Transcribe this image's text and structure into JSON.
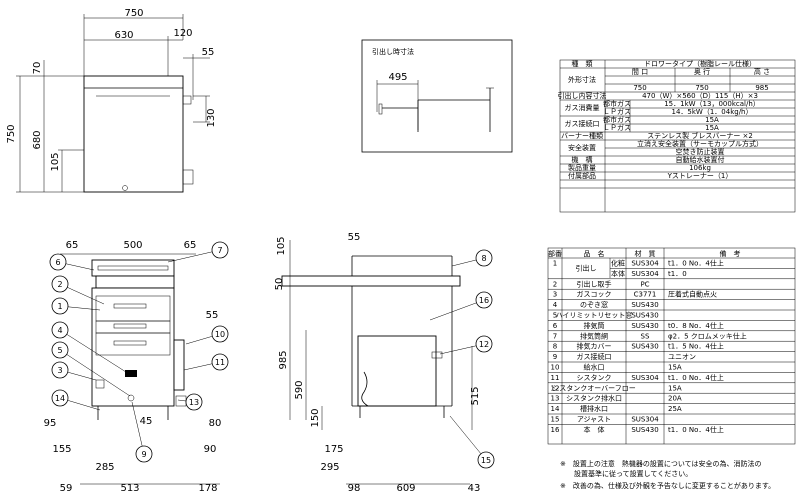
{
  "top_view": {
    "dims": {
      "w750": "750",
      "w630": "630",
      "w120": "120",
      "w55": "55",
      "h70": "70",
      "h750": "750",
      "h680": "680",
      "h130": "130",
      "h105": "105"
    }
  },
  "pullout": {
    "title": "引出し時寸法",
    "d495": "495"
  },
  "front_view": {
    "dims": {
      "d65a": "65",
      "d500": "500",
      "d65b": "65",
      "d55": "55",
      "d95": "95",
      "d155": "155",
      "d285": "285",
      "d45": "45",
      "d80": "80",
      "d90": "90",
      "d59": "59",
      "d513": "513",
      "d178": "178"
    },
    "callouts": [
      "1",
      "2",
      "3",
      "4",
      "5",
      "6",
      "7",
      "9",
      "10",
      "11",
      "13",
      "14"
    ]
  },
  "side_view": {
    "dims": {
      "d105": "105",
      "d55": "55",
      "d50": "50",
      "d985": "985",
      "d590": "590",
      "d150": "150",
      "d515": "515",
      "d175": "175",
      "d295": "295",
      "d98": "98",
      "d609": "609",
      "d43": "43"
    },
    "callouts": [
      "8",
      "12",
      "15",
      "16"
    ]
  },
  "spec": {
    "rows": [
      {
        "label": "種　類",
        "value": "ドロワータイプ（樹脂レール仕様）"
      },
      {
        "label": "外形寸法",
        "sub": [
          "間 口",
          "奥 行",
          "高 さ"
        ],
        "vals": [
          "750",
          "750",
          "985"
        ]
      },
      {
        "label": "引出し内容寸法",
        "value": "470（W）×560（D）115（H）×3"
      },
      {
        "label": "ガス消費量",
        "sub1": "都市ガス",
        "v1": "15．1kW（13，000kcal/h）",
        "sub2": "ＬＰガス",
        "v2": "14．5kW（1．04kg/h）"
      },
      {
        "label": "ガス接続口",
        "sub1": "都市ガス",
        "v1": "15A",
        "sub2": "ＬＰガス",
        "v2": "15A"
      },
      {
        "label": "バーナー種類",
        "value": "ステンレス製 ブレスバーナー ×2"
      },
      {
        "label": "安全装置",
        "v1": "立消え安全装置（サーモカップル方式）",
        "v2": "空焚き防止装置"
      },
      {
        "label": "機　構",
        "value": "自動給水装置付"
      },
      {
        "label": "製品重量",
        "value": "106kg"
      },
      {
        "label": "付属部品",
        "value": "Yストレーナー（1）"
      }
    ]
  },
  "parts": {
    "headers": [
      "部番",
      "品　名",
      "材　質",
      "備　考"
    ],
    "rows": [
      {
        "no": "1",
        "name": "引出し",
        "sub": "化粧",
        "mat": "SUS304",
        "note": "t1．0 No．4仕上"
      },
      {
        "no": "",
        "name": "",
        "sub": "本体",
        "mat": "SUS304",
        "note": "t1．0"
      },
      {
        "no": "2",
        "name": "引出し取手",
        "sub": "",
        "mat": "PC",
        "note": ""
      },
      {
        "no": "3",
        "name": "ガスコック",
        "sub": "",
        "mat": "C3771",
        "note": "圧着式自動点火"
      },
      {
        "no": "4",
        "name": "のぞき窓",
        "sub": "",
        "mat": "SUS430",
        "note": ""
      },
      {
        "no": "5",
        "name": "ハイリミットリセット窓",
        "sub": "",
        "mat": "SUS430",
        "note": ""
      },
      {
        "no": "6",
        "name": "排気筒",
        "sub": "",
        "mat": "SUS430",
        "note": "t0．8 No．4仕上"
      },
      {
        "no": "7",
        "name": "排気筒網",
        "sub": "",
        "mat": "SS",
        "note": "φ2．5 クロムメッキ仕上"
      },
      {
        "no": "8",
        "name": "排気カバー",
        "sub": "",
        "mat": "SUS430",
        "note": "t1．5 No．4仕上"
      },
      {
        "no": "9",
        "name": "ガス接続口",
        "sub": "",
        "mat": "",
        "note": "ユニオン"
      },
      {
        "no": "10",
        "name": "給水口",
        "sub": "",
        "mat": "",
        "note": "15A"
      },
      {
        "no": "11",
        "name": "シスタンク",
        "sub": "",
        "mat": "SUS304",
        "note": "t1．0 No．4仕上"
      },
      {
        "no": "12",
        "name": "シスタンクオーバーフロー",
        "sub": "",
        "mat": "",
        "note": "15A"
      },
      {
        "no": "13",
        "name": "シスタンク排水口",
        "sub": "",
        "mat": "",
        "note": "20A"
      },
      {
        "no": "14",
        "name": "槽排水口",
        "sub": "",
        "mat": "",
        "note": "25A"
      },
      {
        "no": "15",
        "name": "アジャスト",
        "sub": "",
        "mat": "SUS304",
        "note": ""
      },
      {
        "no": "16",
        "name": "本　体",
        "sub": "",
        "mat": "SUS430",
        "note": "t1．0 No．4仕上"
      }
    ]
  },
  "notes": [
    "※　設置上の注意　熱機器の設置については安全の為、消防法の",
    "　　設置基準に従って設置してください。",
    "※　改善の為、仕様及び外観を予告なしに変更することがあります。"
  ]
}
